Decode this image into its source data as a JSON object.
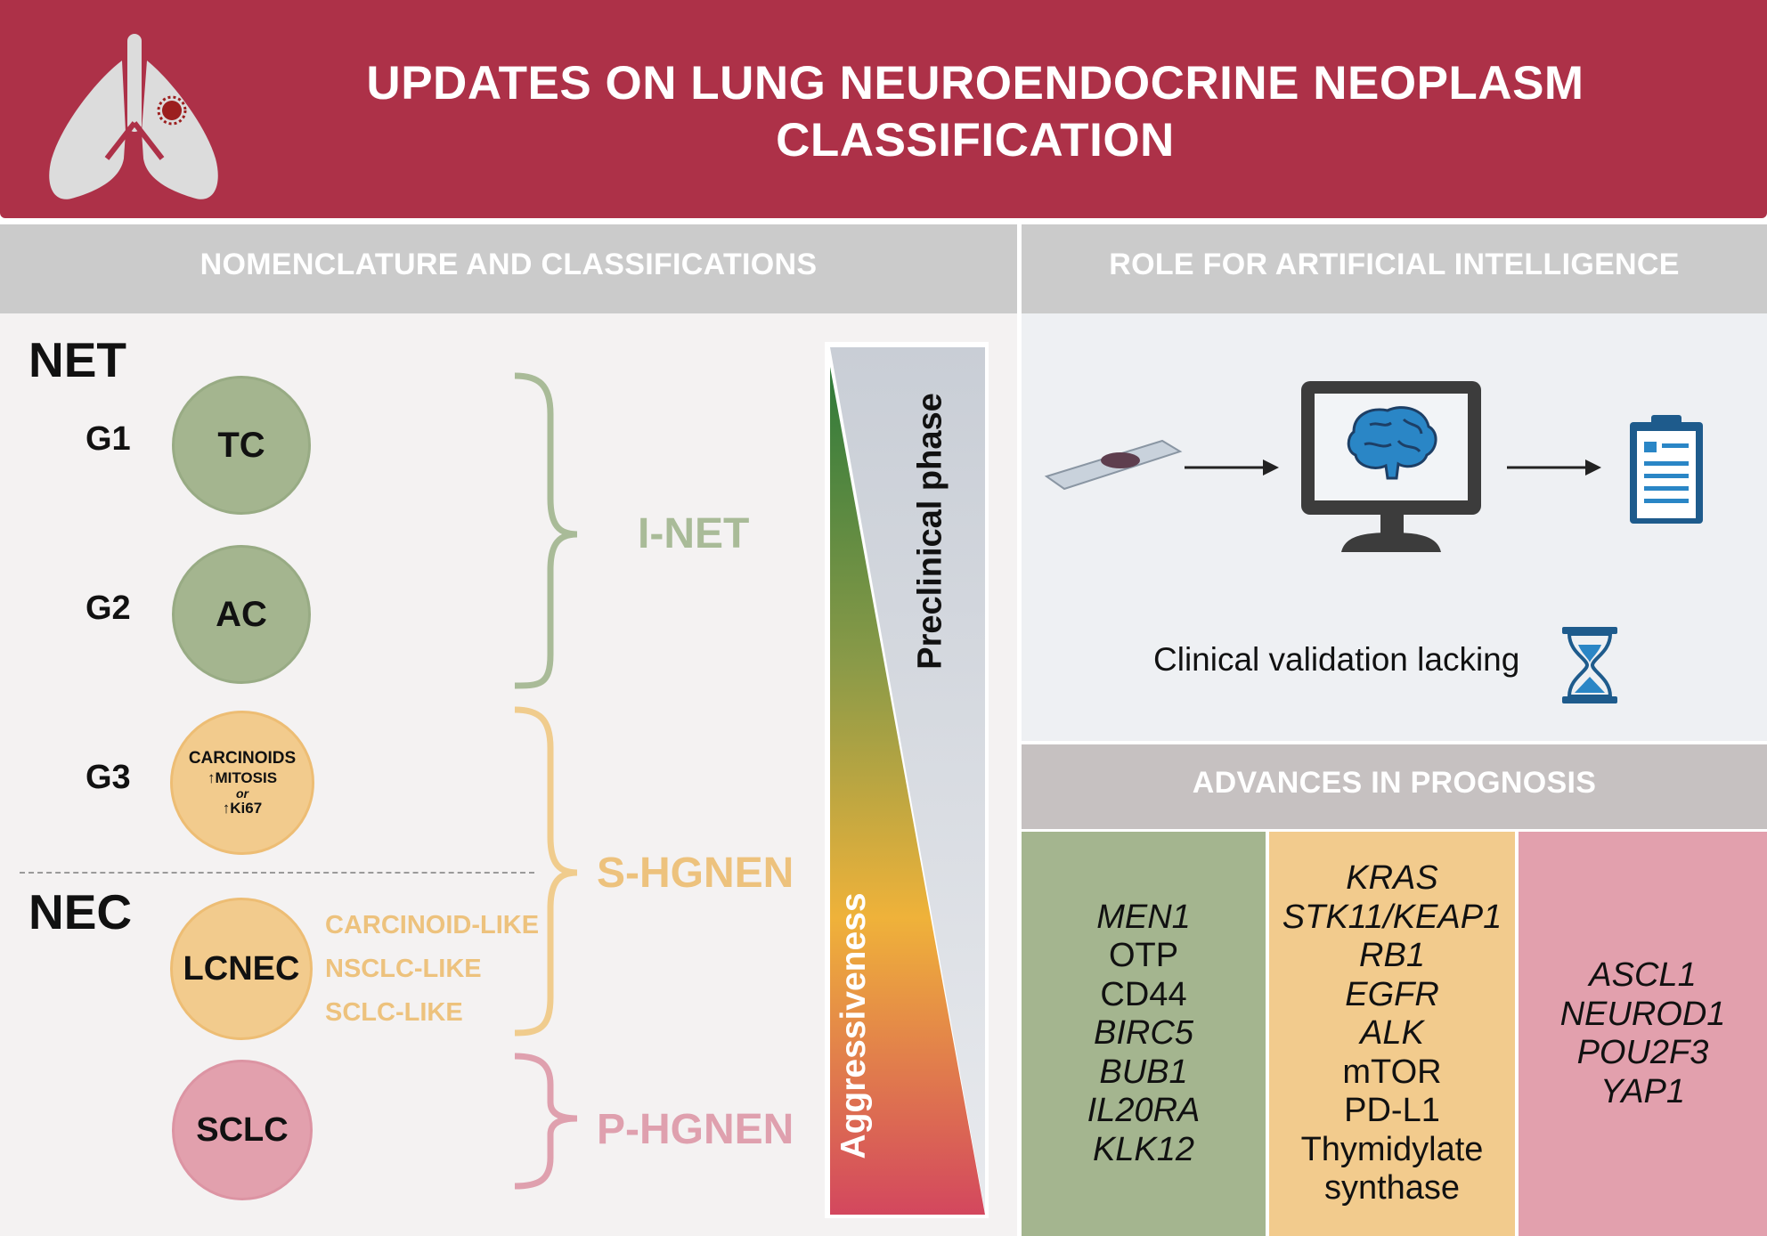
{
  "header": {
    "title_line1": "UPDATES ON LUNG NEUROENDOCRINE NEOPLASM",
    "title_line2": "CLASSIFICATION"
  },
  "left": {
    "title": "NOMENCLATURE AND CLASSIFICATIONS",
    "net_label": "NET",
    "nec_label": "NEC",
    "grades": [
      "G1",
      "G2",
      "G3"
    ],
    "tc": "TC",
    "ac": "AC",
    "carcinoids": {
      "line1": "CARCINOIDS",
      "line2": "↑MITOSIS",
      "line3": "or",
      "line4": "↑Ki67"
    },
    "lcnec": "LCNEC",
    "sclc": "SCLC",
    "subtypes": [
      "CARCINOID-LIKE",
      "NSCLC-LIKE",
      "SCLC-LIKE"
    ],
    "groups": {
      "inet": "I-NET",
      "shgnen": "S-HGNEN",
      "phgnen": "P-HGNEN"
    },
    "aggressiveness": "Aggressiveness",
    "preclinical": "Preclinical phase"
  },
  "right": {
    "title": "ROLE FOR ARTIFICIAL INTELLIGENCE",
    "clinical_validation": "Clinical validation lacking",
    "prognosis_title": "ADVANCES IN PROGNOSIS",
    "columns": {
      "green": [
        "MEN1",
        "OTP",
        "CD44",
        "BIRC5",
        "BUB1",
        "IL20RA",
        "KLK12"
      ],
      "orange": [
        "KRAS",
        "STK11/KEAP1",
        "RB1",
        "EGFR",
        "ALK",
        "mTOR",
        "PD-L1",
        "Thymidylate",
        "synthase"
      ],
      "pink": [
        "ASCL1",
        "NEUROD1",
        "POU2F3",
        "YAP1"
      ]
    }
  },
  "colors": {
    "header": "#ad3148",
    "green": "#a4b58f",
    "orange": "#f2cb8d",
    "pink": "#e2a0ad",
    "inet_label": "#a9bb98",
    "shgnen_label": "#edc27d",
    "phgnen_label": "#dfa0ae",
    "icon_dark": "#3c3c3c",
    "icon_blue": "#2a86c6"
  },
  "icons": [
    "lungs-icon",
    "slide-icon",
    "monitor-brain-icon",
    "clipboard-icon",
    "hourglass-icon"
  ]
}
